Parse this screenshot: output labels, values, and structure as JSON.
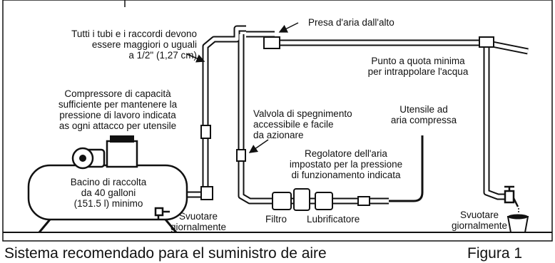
{
  "labels": {
    "fittings": [
      "Tutti i tubi e i raccordi devono",
      "essere maggiori o uguali",
      "a 1/2\" (1,27 cm)"
    ],
    "air_intake": "Presa d'aria dall'alto",
    "low_point": [
      "Punto a quota minima",
      "per intrappolare l'acqua"
    ],
    "compressor": [
      "Compressore di capacità",
      "sufficiente per mantenere la",
      "pressione di lavoro indicata",
      "as ogni attacco per utensile"
    ],
    "shutoff_valve": [
      "Valvola di spegnimento",
      "accessibile e facile",
      "da azionare"
    ],
    "air_tool": [
      "Utensile ad",
      "aria compressa"
    ],
    "regulator": [
      "Regolatore dell'aria",
      "impostato per la pressione",
      "di funzionamento indicata"
    ],
    "tank": [
      "Bacino di raccolta",
      "da 40 galloni",
      "(151.5 l) minimo"
    ],
    "drain_left": [
      "Svuotare",
      "giornalmente"
    ],
    "filter": "Filtro",
    "lubricator": "Lubrificatore",
    "drain_right": [
      "Svuotare",
      "giornalmente"
    ]
  },
  "caption": {
    "title": "Sistema recomendado para el suministro de aire",
    "figure": "Figura 1"
  }
}
